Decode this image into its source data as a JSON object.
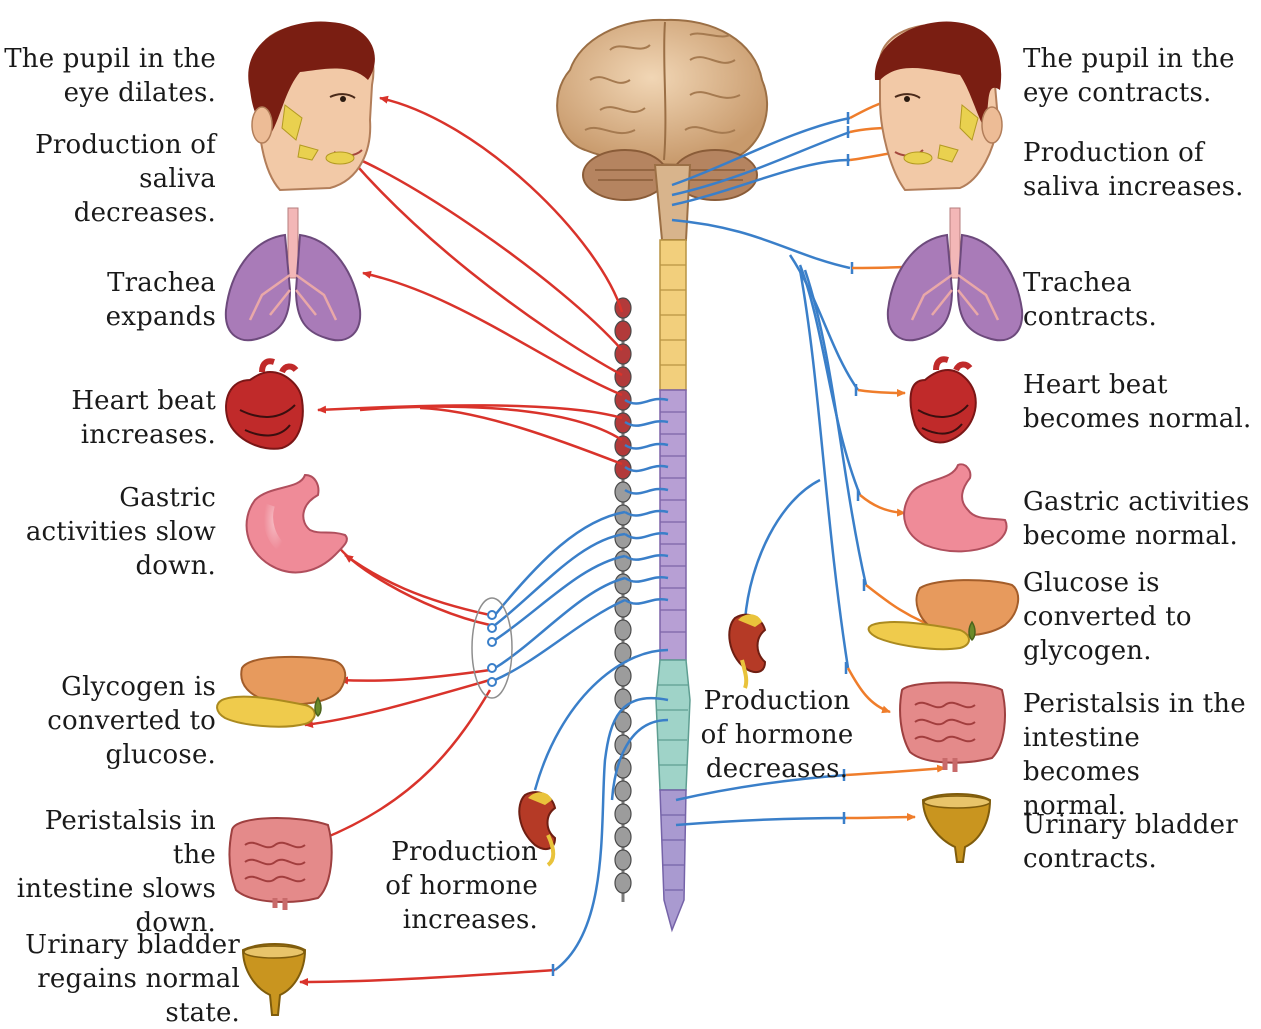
{
  "colors": {
    "sympathetic": "#d9332b",
    "parasympathetic": "#3a7fc9",
    "effector": "#ef7d2b",
    "brain": "#d9b48e",
    "cord_upper": "#f2cf7c",
    "cord_mid": "#b79fd4",
    "cord_lumbar": "#9fd3c8",
    "cord_sacral": "#a99ad0",
    "ganglia": "#9c9c9c",
    "ganglia_top": "#b23a3a",
    "hair": "#7a1e12",
    "skin": "#f2c9a7",
    "lung": "#a97bb8",
    "heart": "#c02a2a",
    "stomach": "#ef8b98",
    "liver": "#e79a5d",
    "pancreas": "#efcb4c",
    "intestine": "#e48a8a",
    "kidney": "#b53a26",
    "bladder": "#c9951f"
  },
  "icons": {
    "head": "head-icon",
    "lungs": "lungs-icon",
    "heart": "heart-icon",
    "stomach": "stomach-icon",
    "liver": "liver-icon",
    "intestine": "intestine-icon",
    "kidney": "kidney-icon",
    "bladder": "bladder-icon",
    "brain": "brain-icon",
    "spinal_cord": "spinal-cord-icon"
  },
  "left_labels": {
    "pupil": "The pupil in the\neye dilates.",
    "saliva": "Production of\nsaliva decreases.",
    "trachea": "Trachea\nexpands",
    "heart": "Heart beat\nincreases.",
    "gastric": "Gastric\nactivities slow\ndown.",
    "glycogen": "Glycogen is\nconverted to\nglucose.",
    "peristalsis": "Peristalsis in the\nintestine slows\ndown.",
    "bladder": "Urinary bladder\nregains normal\nstate."
  },
  "center_labels": {
    "hormone_increase": "Production\nof hormone\nincreases.",
    "hormone_decrease": "Production\nof hormone\ndecreases."
  },
  "right_labels": {
    "pupil": "The pupil in the\neye contracts.",
    "saliva": "Production of\nsaliva  increases.",
    "trachea": "Trachea\ncontracts.",
    "heart": "Heart beat\nbecomes normal.",
    "gastric": "Gastric activities\nbecome normal.",
    "glucose": "Glucose is\nconverted to\nglycogen.",
    "peristalsis": "Peristalsis in the\nintestine becomes\nnormal.",
    "bladder": "Urinary bladder\ncontracts."
  }
}
